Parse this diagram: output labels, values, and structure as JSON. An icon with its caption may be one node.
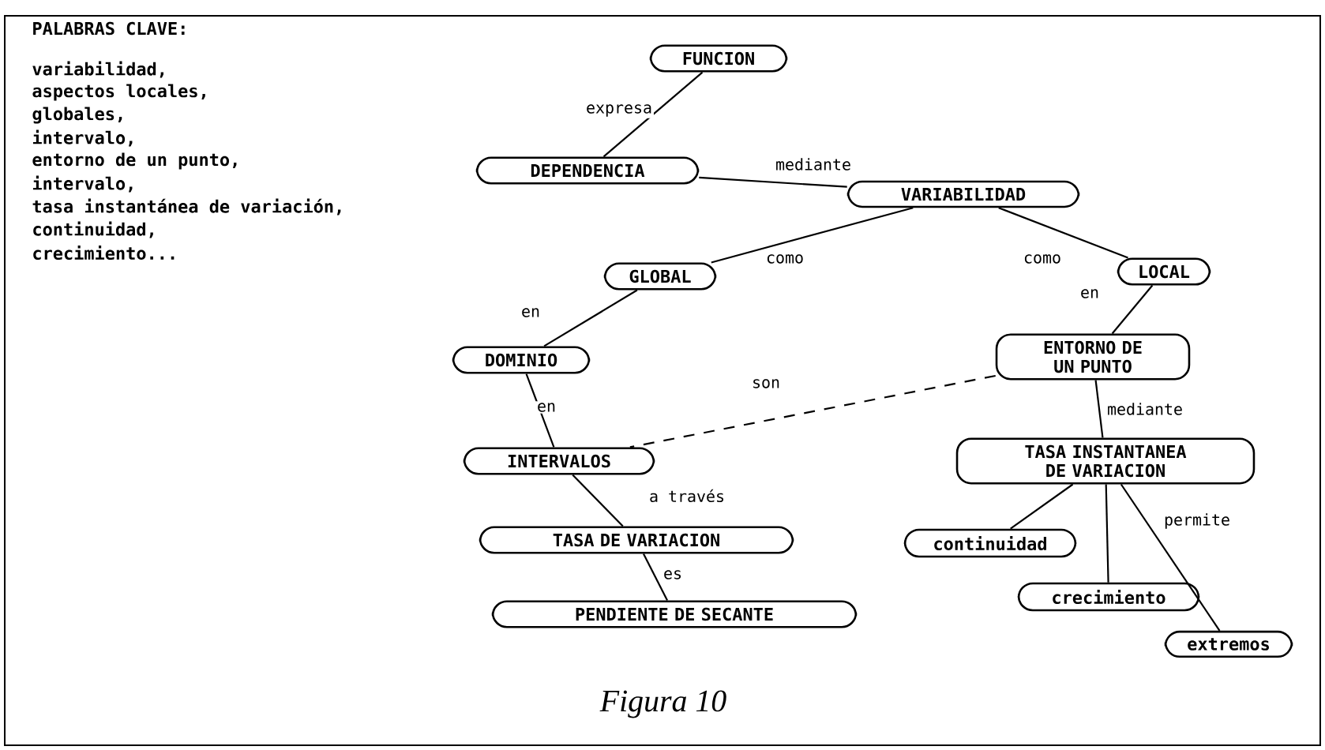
{
  "diagram": {
    "caption": "Figura 10",
    "nodes": [
      {
        "text": [
          "FUNCION"
        ]
      },
      {
        "text": [
          "DEPENDENCIA"
        ]
      },
      {
        "text": [
          "VARIABILIDAD"
        ]
      },
      {
        "text": [
          "GLOBAL"
        ]
      },
      {
        "text": [
          "LOCAL"
        ]
      },
      {
        "text": [
          "DOMINIO"
        ]
      },
      {
        "text": [
          "ENTORNO DE UN PUNTO"
        ]
      },
      {
        "text": [
          "INTERVALOS"
        ]
      },
      {
        "text": [
          "TASA INSTANTANEA DE VARIACION"
        ]
      },
      {
        "text": [
          "TASA DE VARIACION"
        ]
      },
      {
        "text": [
          "PENDIENTE DE SECANTE"
        ]
      },
      {
        "text": [
          "continuidad"
        ]
      },
      {
        "text": [
          "crecimiento"
        ]
      },
      {
        "text": [
          "extremos"
        ]
      }
    ],
    "edges": [
      {
        "from": 0,
        "to": 1,
        "arrow": "none",
        "label": "expresa"
      },
      {
        "from": 1,
        "to": 2,
        "arrow": "none",
        "label": "mediante"
      },
      {
        "from": 2,
        "to": 3,
        "arrow": "none",
        "label": "como"
      },
      {
        "from": 2,
        "to": 4,
        "arrow": "none",
        "label": "como"
      },
      {
        "from": 3,
        "to": 5,
        "arrow": "none",
        "label": "en"
      },
      {
        "from": 4,
        "to": 6,
        "arrow": "none",
        "label": "en"
      },
      {
        "from": 5,
        "to": 7,
        "arrow": "none",
        "label": "en"
      },
      {
        "from": 6,
        "to": 7,
        "arrow": "none",
        "label": "son",
        "style": "dashed"
      },
      {
        "from": 6,
        "to": 8,
        "arrow": "none",
        "label": "mediante"
      },
      {
        "from": 7,
        "to": 9,
        "arrow": "none",
        "label": "a través"
      },
      {
        "from": 9,
        "to": 10,
        "arrow": "none",
        "label": "es"
      },
      {
        "from": 8,
        "to": 11,
        "arrow": "none"
      },
      {
        "from": 8,
        "to": 12,
        "arrow": "none"
      },
      {
        "from": 8,
        "to": 13,
        "arrow": "none",
        "label": "permite"
      }
    ],
    "labels": [
      "PALABRAS CLAVE:",
      "variabilidad,",
      "aspectos locales,",
      "globales,",
      "intervalo,",
      "entorno de un punto,",
      "intervalo,",
      "tasa instantánea de variación,",
      "continuidad,",
      "crecimiento..."
    ]
  }
}
